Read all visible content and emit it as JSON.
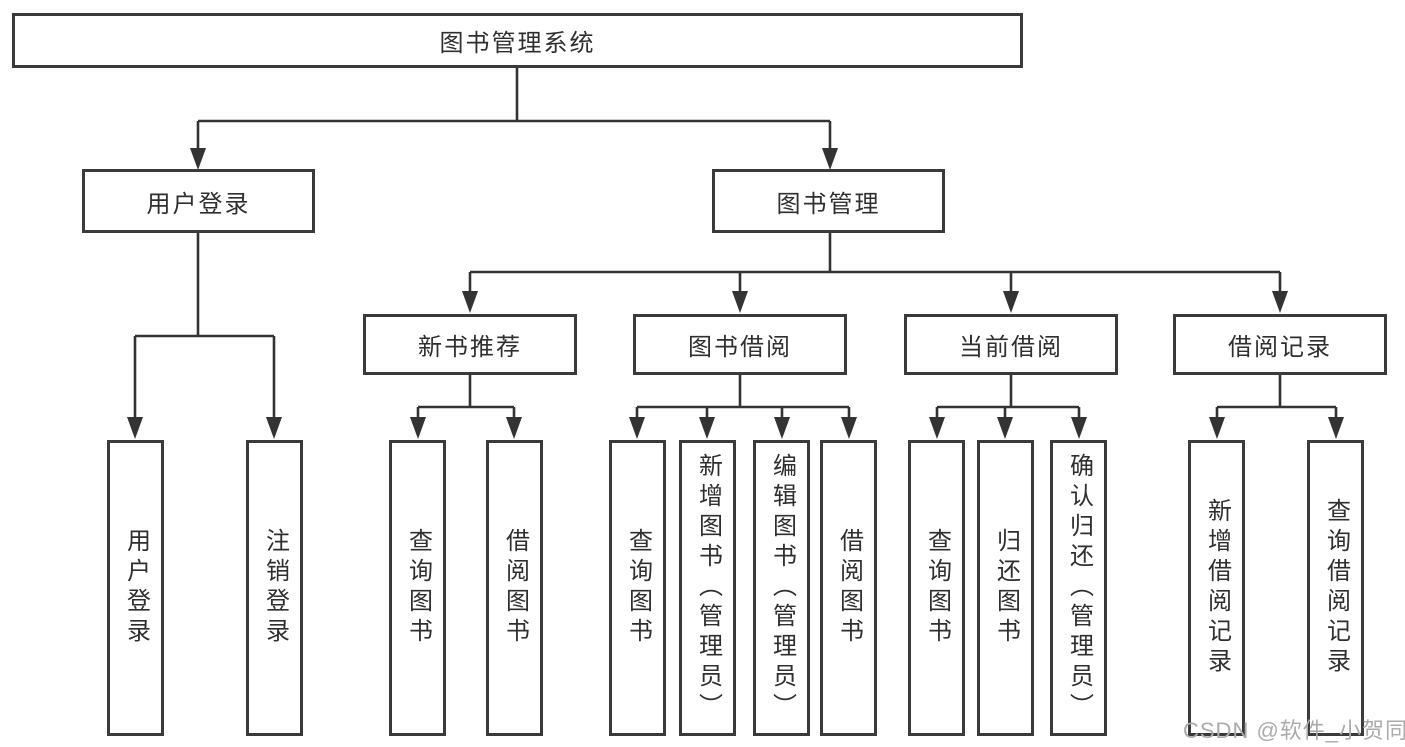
{
  "tree": {
    "root": "图书管理系统",
    "branches": [
      {
        "label": "用户登录",
        "children": [
          "用户登录",
          "注销登录"
        ]
      },
      {
        "label": "图书管理",
        "modules": [
          {
            "label": "新书推荐",
            "children": [
              "查询图书",
              "借阅图书"
            ]
          },
          {
            "label": "图书借阅",
            "children": [
              "查询图书",
              "新增图书（管理员）",
              "编辑图书（管理员）",
              "借阅图书"
            ]
          },
          {
            "label": "当前借阅",
            "children": [
              "查询图书",
              "归还图书",
              "确认归还（管理员）"
            ]
          },
          {
            "label": "借阅记录",
            "children": [
              "新增借阅记录",
              "查询借阅记录"
            ]
          }
        ]
      }
    ]
  },
  "watermark": {
    "text": "CSDN @软件_小贺同学"
  },
  "colors": {
    "line": "#333333",
    "box_border": "#3a3a3a",
    "box_fill": "#ffffff",
    "text": "#2f2f2f",
    "watermark": "#ababab"
  }
}
